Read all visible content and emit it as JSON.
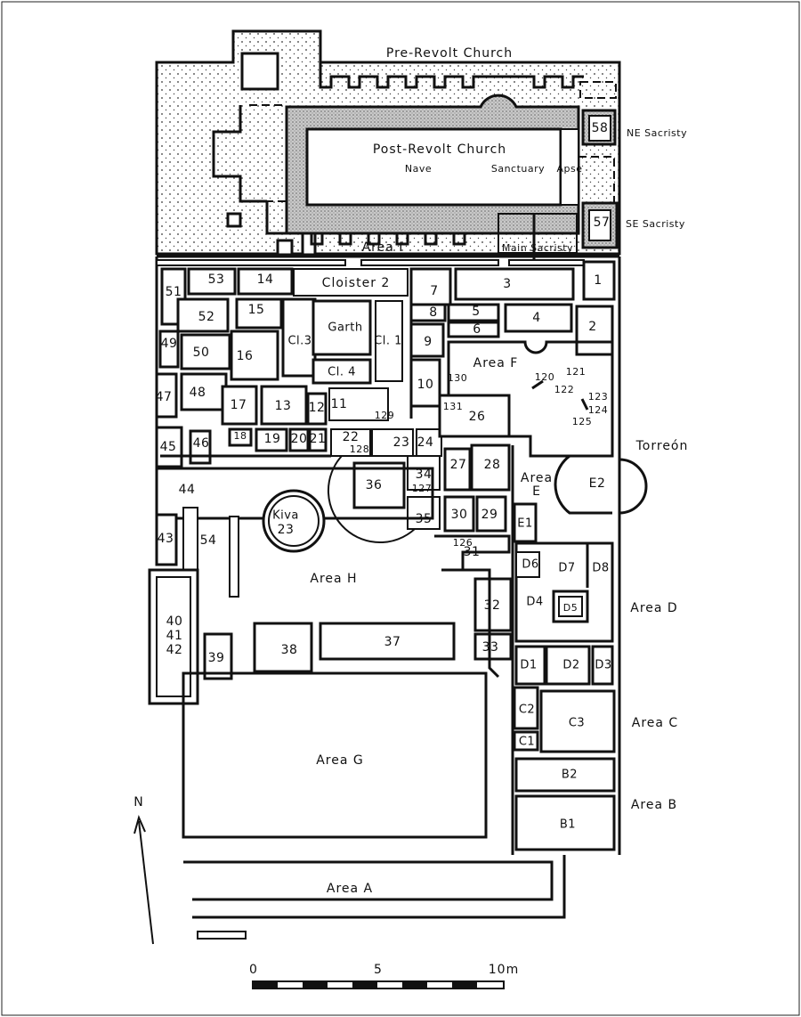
{
  "map": {
    "labels": {
      "pre_revolt_church": "Pre-Revolt Church",
      "post_revolt_church": "Post-Revolt Church",
      "nave": "Nave",
      "sanctuary": "Sanctuary",
      "apse": "Apse",
      "ne_sacristy": "NE Sacristy",
      "se_sacristy": "SE Sacristy",
      "main_sacristy": "Main Sacristy",
      "area_i": "Area I",
      "cloister_2": "Cloister 2",
      "garth": "Garth",
      "cl1": "Cl. 1",
      "cl3": "Cl.3",
      "cl4": "Cl. 4",
      "area_f": "Area F",
      "torreon": "Torreón",
      "area_e": "Area",
      "area_e_letter": "E",
      "e1": "E1",
      "e2": "E2",
      "kiva": "Kiva",
      "kiva_num": "23",
      "area_h": "Area H",
      "area_d": "Area D",
      "area_c": "Area C",
      "area_b": "Area B",
      "area_g": "Area G",
      "area_a": "Area A",
      "d1": "D1",
      "d2": "D2",
      "d3": "D3",
      "d4": "D4",
      "d5": "D5",
      "d6": "D6",
      "d7": "D7",
      "d8": "D8",
      "c1": "C1",
      "c2": "C2",
      "c3": "C3",
      "b1": "B1",
      "b2": "B2",
      "r40": "40",
      "r41": "41",
      "r42": "42"
    },
    "rooms": {
      "r1": "1",
      "r2": "2",
      "r3": "3",
      "r4": "4",
      "r5": "5",
      "r6": "6",
      "r7": "7",
      "r8": "8",
      "r9": "9",
      "r10": "10",
      "r11": "11",
      "r12": "12",
      "r13": "13",
      "r14": "14",
      "r15": "15",
      "r16": "16",
      "r17": "17",
      "r18": "18",
      "r19": "19",
      "r20": "20",
      "r21": "21",
      "r22": "22",
      "r23": "23",
      "r24": "24",
      "r26": "26",
      "r27": "27",
      "r28": "28",
      "r29": "29",
      "r30": "30",
      "r31": "31",
      "r32": "32",
      "r33": "33",
      "r34": "34",
      "r35": "35",
      "r36": "36",
      "r37": "37",
      "r38": "38",
      "r39": "39",
      "r43": "43",
      "r44": "44",
      "r45": "45",
      "r46": "46",
      "r47": "47",
      "r48": "48",
      "r49": "49",
      "r50": "50",
      "r51": "51",
      "r52": "52",
      "r53": "53",
      "r54": "54",
      "r57": "57",
      "r58": "58"
    },
    "features": {
      "f120": "120",
      "f121": "121",
      "f122": "122",
      "f123": "123",
      "f124": "124",
      "f125": "125",
      "f126": "126",
      "f127": "127",
      "f128": "128",
      "f129": "129",
      "f130": "130",
      "f131": "131"
    },
    "north": "N",
    "scale": {
      "t0": "0",
      "t5": "5",
      "t10": "10m"
    }
  }
}
